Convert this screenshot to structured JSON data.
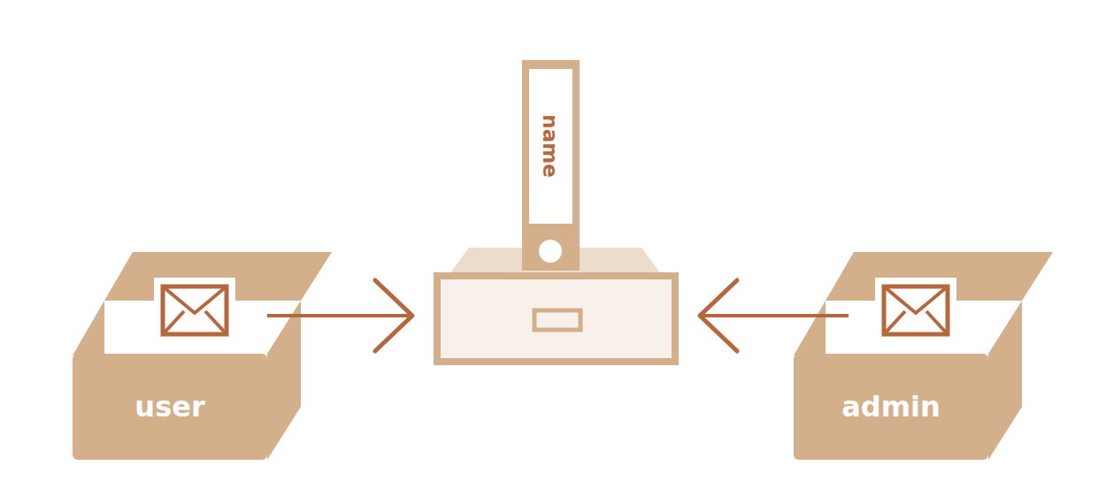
{
  "diagram": {
    "nodes": [
      {
        "text": [
          "user"
        ]
      },
      {
        "text": [
          "name"
        ]
      },
      {
        "text": [
          "admin"
        ]
      }
    ],
    "edges": [
      {
        "from": 0,
        "to": 1,
        "arrow": "to"
      },
      {
        "from": 2,
        "to": 1,
        "arrow": "to"
      }
    ]
  }
}
